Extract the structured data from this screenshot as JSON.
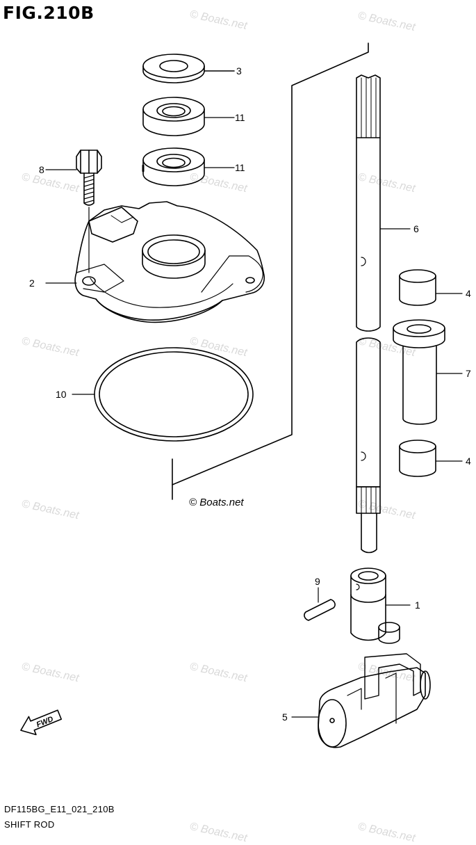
{
  "figure": {
    "title": "FIG.210B",
    "code": "DF115BG_E11_021_210B",
    "name": "SHIFT ROD",
    "credit": "© Boats.net"
  },
  "watermark": {
    "text": "© Boats.net",
    "color": "#d9d9d9"
  },
  "callouts": {
    "c1": "1",
    "c2": "2",
    "c3": "3",
    "c4a": "4",
    "c4b": "4",
    "c5": "5",
    "c6": "6",
    "c7": "7",
    "c8": "8",
    "c9": "9",
    "c10": "10",
    "c11a": "11",
    "c11b": "11"
  },
  "fwd_label": "FWD",
  "icons": {
    "fwd_arrow": "arrow-fwd-icon"
  }
}
